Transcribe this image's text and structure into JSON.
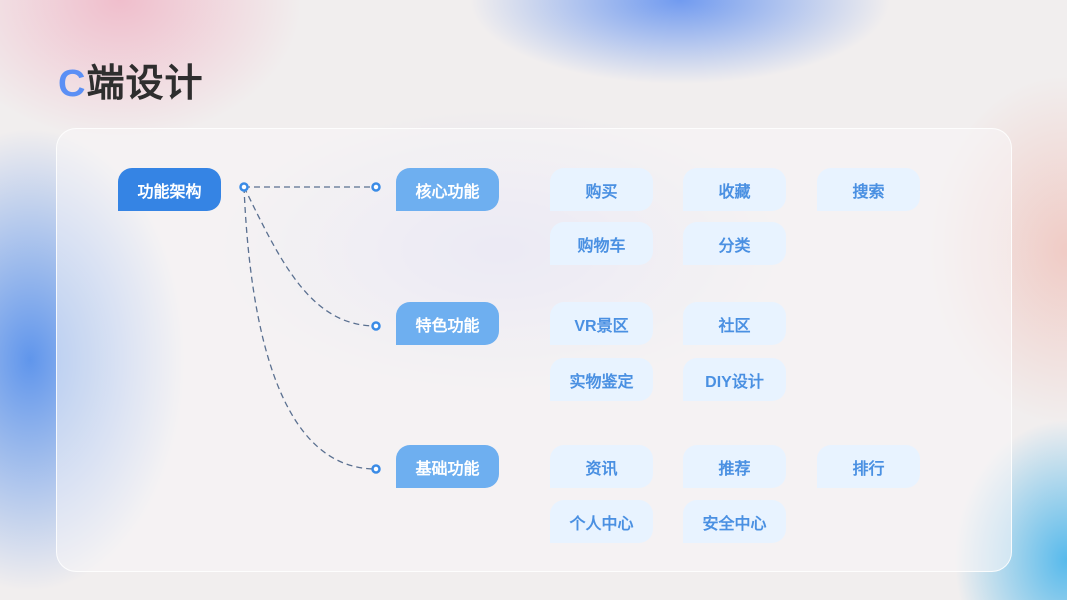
{
  "title": {
    "prefix": "C",
    "rest": "端设计"
  },
  "root": "功能架构",
  "categories": [
    {
      "label": "核心功能",
      "items": [
        "购买",
        "收藏",
        "搜索",
        "购物车",
        "分类"
      ]
    },
    {
      "label": "特色功能",
      "items": [
        "VR景区",
        "社区",
        "实物鉴定",
        "DIY设计"
      ]
    },
    {
      "label": "基础功能",
      "items": [
        "资讯",
        "推荐",
        "排行",
        "个人中心",
        "安全中心"
      ]
    }
  ],
  "colors": {
    "accent": "#3584e4",
    "category": "#6eaff0",
    "chip_bg": "#e8f3ff",
    "chip_text": "#4a90e2"
  }
}
